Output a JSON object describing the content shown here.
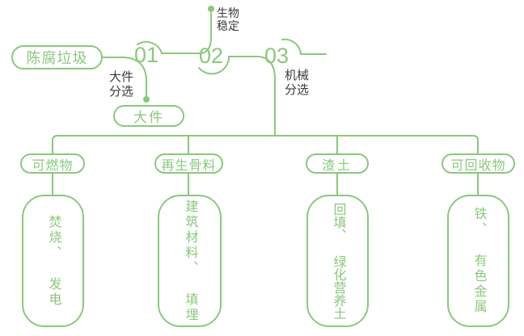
{
  "colors": {
    "green": "#8BC87D",
    "label_dark": "#3B3B3B"
  },
  "root_node": {
    "label": "陈腐垃圾"
  },
  "steps": [
    {
      "number": "01",
      "label_line1": "大件",
      "label_line2": "分选"
    },
    {
      "number": "02",
      "label_line1": "生物",
      "label_line2": "稳定"
    },
    {
      "number": "03",
      "label_line1": "机械",
      "label_line2": "分选"
    }
  ],
  "bulky_output": {
    "label": "大件"
  },
  "branches": [
    {
      "category": "可燃物",
      "output": "焚烧、 发电"
    },
    {
      "category": "再生骨料",
      "output": "建筑材料、 填埋"
    },
    {
      "category": "渣土",
      "output": "回填、 绿化营养土"
    },
    {
      "category": "可回收物",
      "output": "铁、 有色金属"
    }
  ]
}
